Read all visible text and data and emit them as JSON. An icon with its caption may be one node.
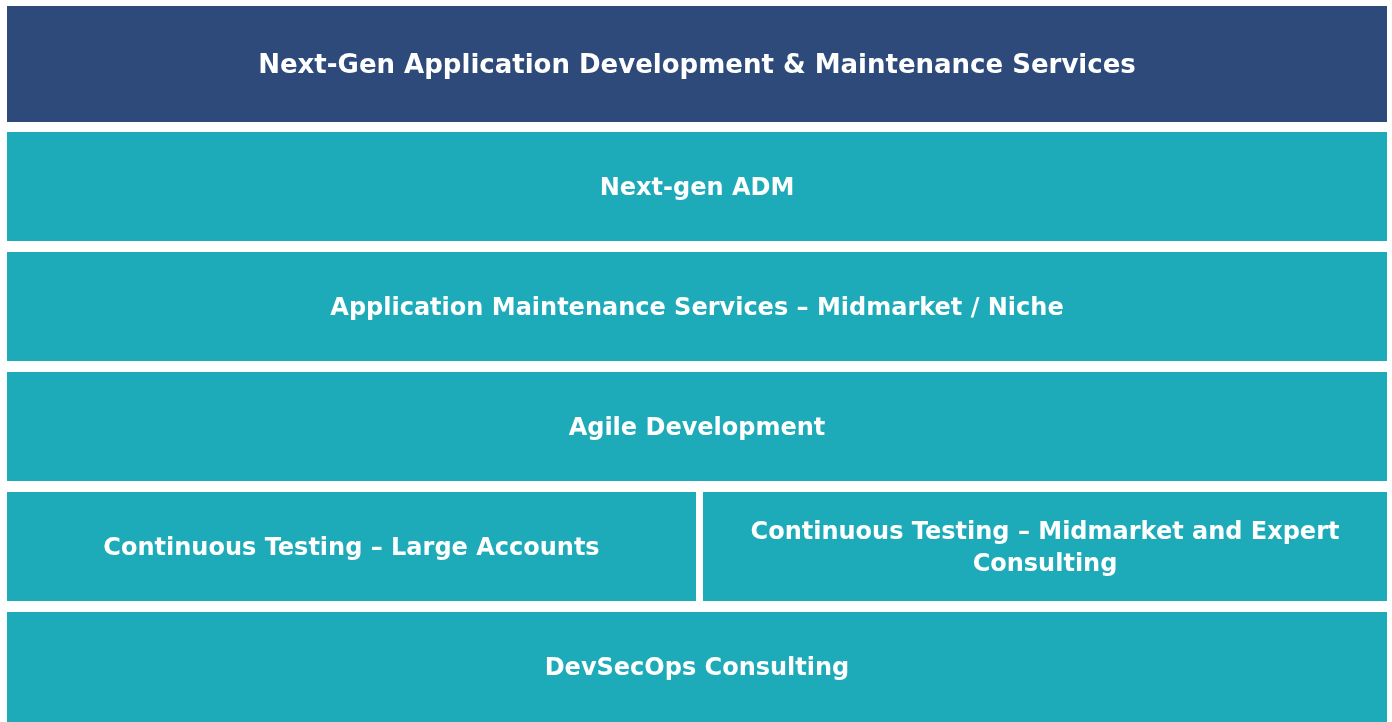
{
  "diagram": {
    "title": "Next-Gen Application Development & Maintenance Services",
    "nodes": [
      {
        "text": [
          "Next-gen ADM"
        ]
      },
      {
        "text": [
          "Application Maintenance Services – Midmarket / Niche"
        ]
      },
      {
        "text": [
          "Agile Development"
        ]
      },
      {
        "text": [
          "Continuous Testing – Large Accounts"
        ]
      },
      {
        "text": [
          "Continuous Testing – Midmarket and Expert Consulting"
        ]
      },
      {
        "text": [
          "DevSecOps Consulting"
        ]
      }
    ]
  }
}
